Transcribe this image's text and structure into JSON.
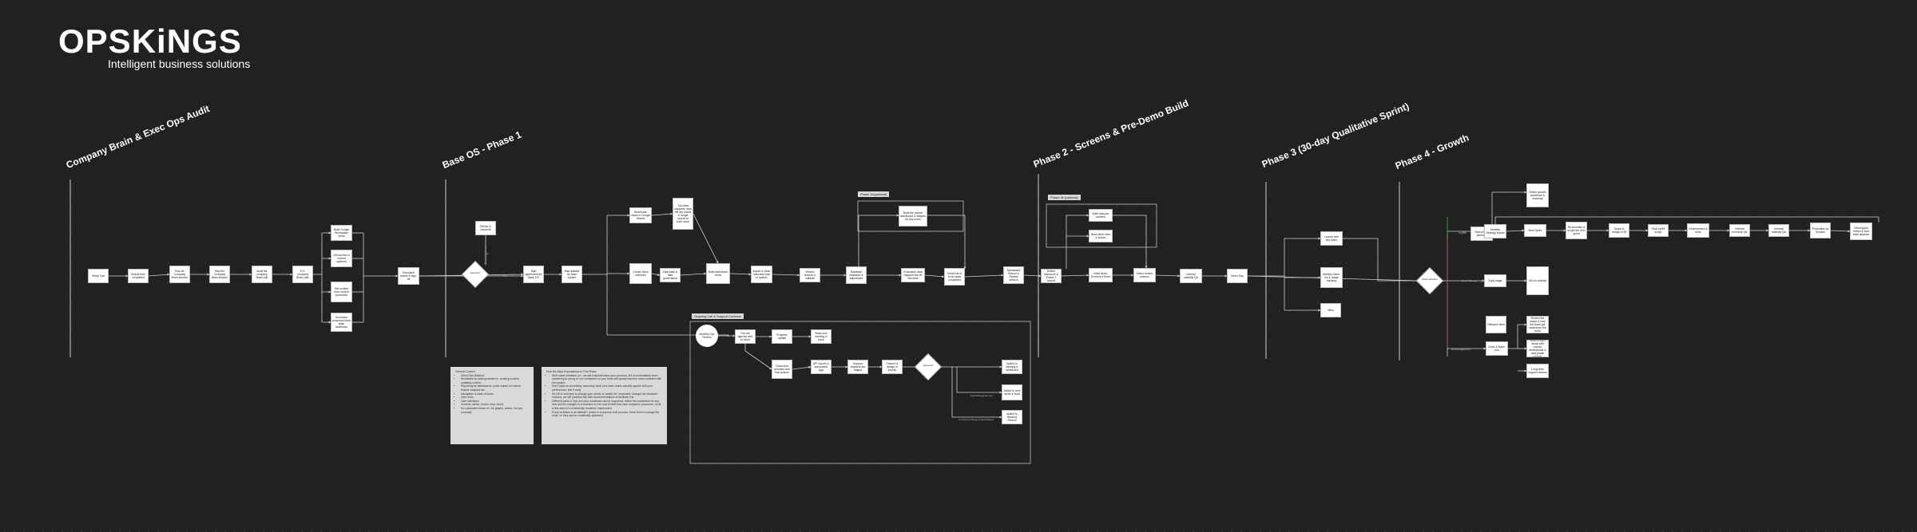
{
  "logo": {
    "name": "OPSKiNGS",
    "tagline": "Intelligent business solutions"
  },
  "phases": [
    "Company Brain & Exec Ops Audit",
    "Base OS - Phase 1",
    "Phase 2 - Screens & Pre-Demo Build",
    "Phase 3 (30-day Qualitative Sprint)",
    "Phase 4 - Growth"
  ],
  "group_tags": {
    "phase2_optional": "Phase 2c(optional)",
    "phase2a": "Phase 2b (optional)",
    "ongoing": "Ongoing Call & Support Cadence"
  },
  "nodes": {
    "n1": "Setup Call",
    "n2": "Kickoff form completed",
    "n3": "Kick-off: Company Brain session",
    "n4": "Map the Company Brain session",
    "n5": "Audit the company Brain call",
    "n6": "S.O. Company Brain calls",
    "b1": "Build Google Workspace setup",
    "b2": "Get access to current systems",
    "b3": "Get context from current processes",
    "b4": "Document proposed ideal state workflows",
    "a1": "Executive review & sign-off",
    "d1": "Approve?",
    "nr": "Revise & resubmit",
    "p1": "Sign agreement for Base OS",
    "p2": "Map dataset for base system",
    "p3": "Build base views in Google Sheets",
    "p4": "Create Slack channels",
    "p5": "Data base & data governance",
    "p6": "Tool data supports, data the rep needs & 'single source of truth' done",
    "p7": "Build dashboard views",
    "p8": "Import & clean data and load to system",
    "p9": "Review records & validate",
    "p10": "Database validation & adjustment",
    "p11": "Evaluation data mapped into BI structure",
    "p12": "Check list of to-do tasks completed",
    "p13": "Dashboard Rollout & Review session",
    "p14": "Deliver Handover & Phase 2 kickoff",
    "s1": "Build the screen dashboard & widgets for key users",
    "r1": "Build data per screens",
    "r2": "Build demo flow & scripts",
    "r3": "Build demo Screens & flows",
    "r4": "Demo review session",
    "q1": "Internal usability QA",
    "q2": "Demo Day",
    "g1": "Launch with key users",
    "g2": "Weekly check-ins & usage tracking",
    "g3": "Wins",
    "h1": "Client decision",
    "k1": "Next phase planning",
    "k2": "Define growth workflows & roadmap",
    "k3": "Early stage",
    "k4": "Out of contract",
    "t1": "Monthly Strategy review",
    "t2": "Next Sprint",
    "t3": "Re-prioritise & scope the next sprint",
    "t4": "Scope & design in BI",
    "t5": "Final sprint scope",
    "t6": "Development & build",
    "t7": "Internal technical QA",
    "t8": "Internal usability QA",
    "t9": "Productise as Solution",
    "t10": "Client sprint review & next build decision",
    "u1": "Review the scope & how the team got value from the build",
    "u2": "Build a case study with results, testimonials & next phase change",
    "v1": "Close & thank-you",
    "v2": "Offboard client",
    "v3": "Long-term support retainer",
    "o1": "Monthly Ops Review",
    "o2": "Pre call agenda sent to client",
    "o3": "Progress update",
    "o4": "Book next meeting & track",
    "o5": "Document priorities and flow actions",
    "o6": "API reports & automation logs",
    "o7": "Support requests are triaged",
    "o8": "Feature & design in priority",
    "o9": "Approve?",
    "o10": "Added to backlog & scheduled",
    "o11": "Added to next sprint & build",
    "o12": "Added to Backlog Review"
  },
  "edge_labels": {
    "yes": "Yes",
    "no": "No",
    "yes2": "Yes",
    "change": "Scope/Change",
    "support": "Support",
    "partial": "Partial/Disagreement",
    "combined": "Combined change request/defect",
    "noengage": "Non-Engagement"
  },
  "notes": {
    "general": {
      "title": "General Context",
      "items": [
        "Client Ops Buildout",
        "Workflows for adding values ex. creating a client, updating a client",
        "Reporting for dashboards, pulse values for overall finance analysis etc.",
        "Navigation & state of forms",
        "User roles",
        "User interfaces",
        "Screens, tables, button rows, forms",
        "No calculated values ex. for graphs, charts, roll-ups (manual)"
      ]
    },
    "expectations": {
      "title": "How We Align Expectations in This Phase",
      "items": [
        "We'll make mistakes (i.e., we will misunderstand your process), tell us immediately when something is wrong or not 'consistent' so your team will quickly become more confident with the system",
        "Don't build on something 'assuming' what your team wants actually agrees with your preferences, test it early",
        "It's OK to not have to change your minds on details for 'consistent' changes for whatever reasons, we will prioritise this with recommendations to facilitate this",
        "Different parts of Ops and your workflows can be supported, within the constraints for any new ask for changes to a workflow so the cost behind that each sequence procedure, so at a few users it's consistently modeled / deprecated",
        "Every workflow is an attempt / phase in a purpose-built process, these tend to change the most, so they can be continually optimised"
      ]
    }
  }
}
